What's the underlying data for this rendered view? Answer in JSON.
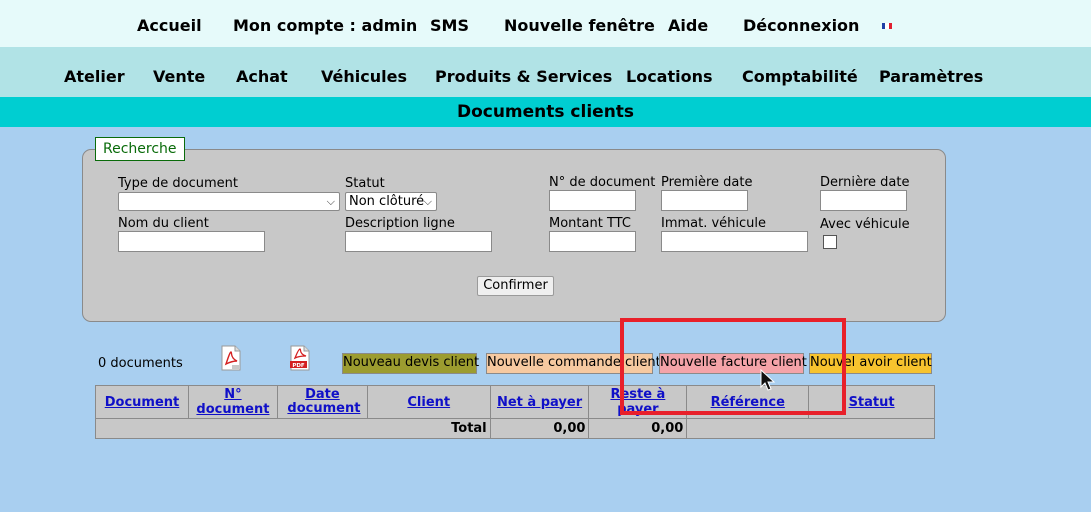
{
  "top_nav": [
    "Accueil",
    "Mon compte : admin",
    "SMS",
    "Nouvelle fenêtre",
    "Aide",
    "Déconnexion"
  ],
  "main_nav": [
    "Atelier",
    "Vente",
    "Achat",
    "Véhicules",
    "Produits & Services",
    "Locations",
    "Comptabilité",
    "Paramètres"
  ],
  "page_title": "Documents clients",
  "search": {
    "legend": "Recherche",
    "type_label": "Type de document",
    "type_value": "",
    "statut_label": "Statut",
    "statut_value": "Non clôturé",
    "numero_label": "N° de document",
    "premiere_date_label": "Première date",
    "derniere_date_label": "Dernière date",
    "client_label": "Nom du client",
    "description_label": "Description ligne",
    "montant_label": "Montant TTC",
    "immat_label": "Immat. véhicule",
    "avec_vehicule_label": "Avec véhicule",
    "confirm_label": "Confirmer"
  },
  "doc_count": "0 documents",
  "icons": {
    "pdf1": "pdf-file-icon",
    "pdf2": "pdf-export-icon"
  },
  "actions": {
    "devis": "Nouveau devis client",
    "commande": "Nouvelle commande client",
    "facture": "Nouvelle facture client",
    "avoir": "Nouvel avoir client"
  },
  "colors": {
    "devis": "#9c9c2f",
    "commande": "#f6c9a0",
    "facture": "#f4a3a8",
    "avoir": "#f7c32e",
    "highlight": "#e8202a"
  },
  "table": {
    "headers": [
      "Document",
      "N° document",
      "Date document",
      "Client",
      "Net à payer",
      "Reste à payer",
      "Référence",
      "Statut"
    ],
    "total_label": "Total",
    "net_total": "0,00",
    "reste_total": "0,00"
  }
}
